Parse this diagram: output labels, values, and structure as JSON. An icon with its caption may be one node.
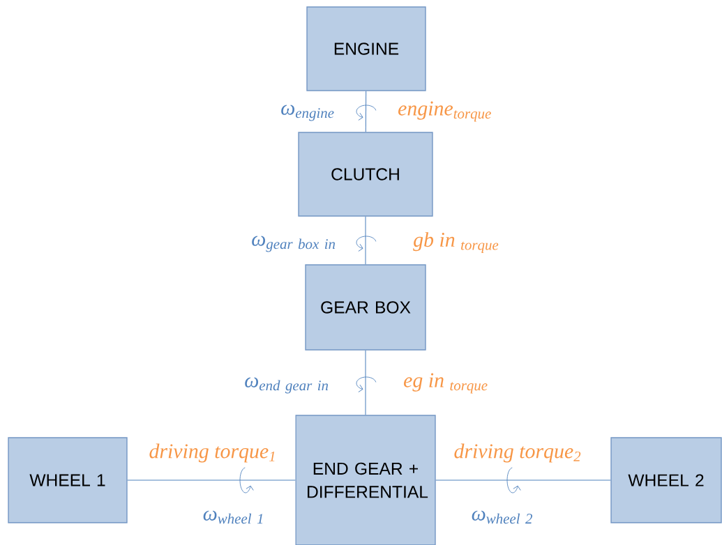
{
  "diagram": {
    "nodes": [
      {
        "text": [
          "ENGINE"
        ]
      },
      {
        "text": [
          "CLUTCH"
        ]
      },
      {
        "text": [
          "GEAR BOX"
        ]
      },
      {
        "text": [
          "WHEEL 1"
        ]
      },
      {
        "text": [
          "END GEAR + DIFFERENTIAL"
        ]
      },
      {
        "text": [
          "WHEEL 2"
        ]
      }
    ],
    "edges": [
      {
        "from": 0,
        "to": 1,
        "arrow": "none"
      },
      {
        "from": 1,
        "to": 2,
        "arrow": "none"
      },
      {
        "from": 2,
        "to": 4,
        "arrow": "none"
      },
      {
        "from": 3,
        "to": 4,
        "arrow": "none"
      },
      {
        "from": 4,
        "to": 5,
        "arrow": "none"
      }
    ],
    "labels": [
      "\\mathit{ω_{engine}}",
      "\\mathit{engine_{torque}}",
      "\\mathit{ω_{gear\\ box\\ in}}",
      "\\mathit{gb\\ in\\ _{torque}}",
      "\\mathit{ω_{end\\ gear\\ in}}",
      "\\mathit{eg\\ in\\ _{torque}}",
      "\\mathit{driving\\ torque_{1}}",
      "\\mathit{driving\\ torque_{2}}",
      "\\mathit{ω_{wheel\\ 1}}",
      "\\mathit{ω_{wheel\\ 2}}"
    ]
  }
}
